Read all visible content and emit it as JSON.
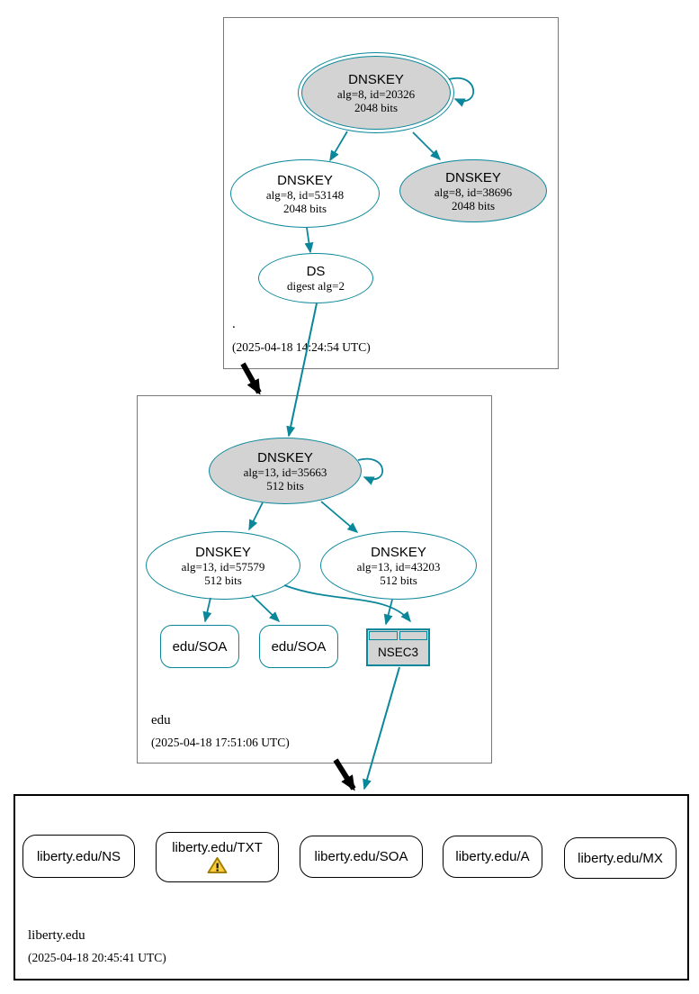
{
  "colors": {
    "edge": "#0a879a",
    "inter_zone_edge": "#000000",
    "node_fill": "#d3d3d3",
    "warn_fill": "#fbce3a",
    "warn_border": "#a07c00"
  },
  "zones": {
    "root": {
      "label": ".",
      "timestamp": "(2025-04-18 14:24:54 UTC)",
      "ksk": {
        "title": "DNSKEY",
        "meta1": "alg=8, id=20326",
        "meta2": "2048 bits"
      },
      "zsk": {
        "title": "DNSKEY",
        "meta1": "alg=8, id=53148",
        "meta2": "2048 bits"
      },
      "key2": {
        "title": "DNSKEY",
        "meta1": "alg=8, id=38696",
        "meta2": "2048 bits"
      },
      "ds": {
        "title": "DS",
        "meta1": "digest alg=2"
      }
    },
    "edu": {
      "label": "edu",
      "timestamp": "(2025-04-18 17:51:06 UTC)",
      "ksk": {
        "title": "DNSKEY",
        "meta1": "alg=13, id=35663",
        "meta2": "512 bits"
      },
      "zsk1": {
        "title": "DNSKEY",
        "meta1": "alg=13, id=57579",
        "meta2": "512 bits"
      },
      "zsk2": {
        "title": "DNSKEY",
        "meta1": "alg=13, id=43203",
        "meta2": "512 bits"
      },
      "soa1": {
        "label": "edu/SOA"
      },
      "soa2": {
        "label": "edu/SOA"
      },
      "nsec3": {
        "label": "NSEC3"
      }
    },
    "liberty": {
      "label": "liberty.edu",
      "timestamp": "(2025-04-18 20:45:41 UTC)",
      "rrsets": [
        {
          "label": "liberty.edu/NS"
        },
        {
          "label": "liberty.edu/TXT"
        },
        {
          "label": "liberty.edu/SOA"
        },
        {
          "label": "liberty.edu/A"
        },
        {
          "label": "liberty.edu/MX"
        }
      ]
    }
  }
}
